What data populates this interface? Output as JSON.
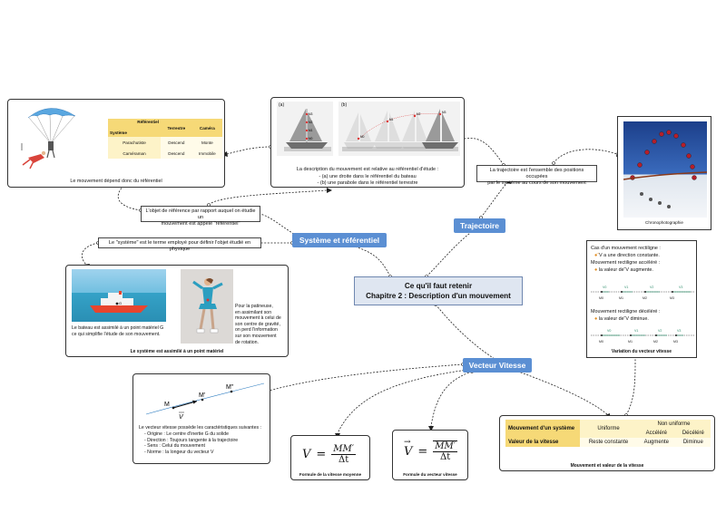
{
  "center": {
    "line1": "Ce qu'il faut retenir",
    "line2": "Chapitre 2 : Description d'un mouvement"
  },
  "topics": {
    "systeme": "Système et référentiel",
    "trajectoire": "Trajectoire",
    "vitesse": "Vecteur Vitesse"
  },
  "referentiel_card": {
    "caption": "Le mouvement dépend donc du référentiel",
    "table": {
      "head_diag_top": "Référentiel",
      "head_diag_bottom": "Système",
      "columns": [
        "Terrestre",
        "Caméra"
      ],
      "rows": [
        {
          "label": "Parachutiste",
          "cells": [
            "Descend",
            "Monte"
          ]
        },
        {
          "label": "Caméraman",
          "cells": [
            "Descend",
            "Immobile"
          ]
        }
      ]
    }
  },
  "boats_card": {
    "label_a": "(a)",
    "label_b": "(b)",
    "points": [
      "M3",
      "M2",
      "M1",
      "M0"
    ],
    "desc_line1": "La description du mouvement est relative au référentiel d'étude :",
    "desc_line2": "- (a) une droite dans le référentiel du bateau",
    "desc_line3": "- (b) une parabole dans le référentiel terrestre"
  },
  "referentiel_def": {
    "line1": "L'objet de référence par rapport auquel on étudie un",
    "line2": "mouvement est appelé \"référentiel\""
  },
  "systeme_def": "Le \"système\" est le terme employé pour définir l'objet étudié en physique",
  "point_card": {
    "boat_text_line1": "Le bateau est assimilé à un point matériel G",
    "boat_text_line2": "ce qui simplifie l'étude de son mouvement.",
    "g_label": "G",
    "skater_text": [
      "Pour la patineuse,",
      "en assimilant son",
      "mouvement à celui de",
      "son centre de gravité,",
      "on perd l'information",
      "sur son mouvement",
      "de rotation."
    ],
    "caption": "Le système est assimilé à un point matériel"
  },
  "trajectoire_def": {
    "line1": "La trajectoire est l'ensemble des positions occupées",
    "line2": "par le système au cours de son mouvement"
  },
  "chrono": {
    "caption": "Chronophotographie"
  },
  "variation": {
    "l1": "Cas d'un mouvement rectiligne :",
    "l2": "⃗V a une direction constante.",
    "l3": "Mouvement rectiligne accéléré :",
    "l4": "la valeur de ⃗V augmente.",
    "l5": "Mouvement rectiligne décéléré :",
    "l6": "la valeur de ⃗V diminue.",
    "vlabels": [
      "V0",
      "V1",
      "V2",
      "V3"
    ],
    "mlabels": [
      "M0",
      "M1",
      "M2",
      "M3"
    ],
    "caption": "Variation du vecteur vitesse"
  },
  "vector_card": {
    "m": "M",
    "m1": "M'",
    "m2": "M''",
    "v": "V",
    "text_intro": "Le vecteur vitesse possède les caractéristiques suivantes :",
    "items": [
      "- Origine : Le centre d'inertie G du solide",
      "- Direction : Toujours tangente à la trajectoire",
      "- Sens : Celui du mouvement",
      "- Norme : la longeur du vecteur V"
    ]
  },
  "formula_moyenne": {
    "lhs": "V",
    "num": "MM′",
    "den": "Δt",
    "caption": "Formule de la vitesse moyenne"
  },
  "formula_vecteur": {
    "lhs": "V",
    "num": "MM′",
    "den": "Δt",
    "caption": "Formule du vecteur vitesse"
  },
  "motion_table": {
    "r1c1": "Mouvement d'un système",
    "uniforme": "Uniforme",
    "non_uniforme": "Non uniforme",
    "accelere": "Accéléré",
    "decelere": "Décéléré",
    "r3c1": "Valeur de la vitesse",
    "const": "Reste constante",
    "aug": "Augmente",
    "dim": "Diminue",
    "caption": "Mouvement et valeur de la vitesse"
  },
  "colors": {
    "topic": "#5b8fd3",
    "center": "#dfe6f1",
    "table_header": "#f6d977",
    "table_light": "#fdf3c8"
  }
}
